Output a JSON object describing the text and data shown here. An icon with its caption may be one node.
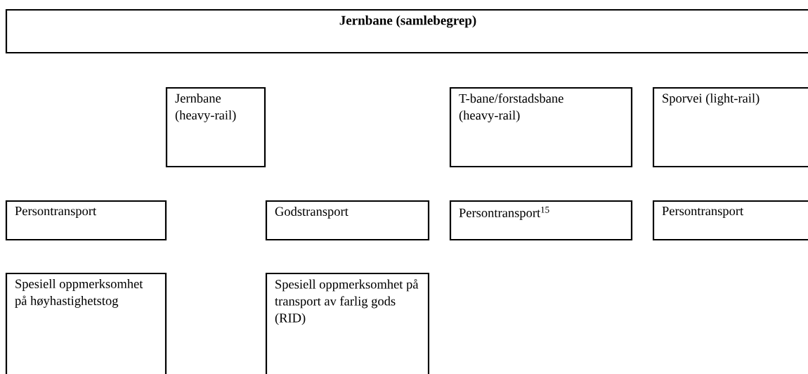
{
  "diagram": {
    "nodes": [
      {
        "text": [
          "Jernbane (samlebegrep)"
        ]
      },
      {
        "text": [
          "Jernbane (heavy-rail)"
        ]
      },
      {
        "text": [
          "T-bane/forstadsbane (heavy-rail)"
        ]
      },
      {
        "text": [
          "Sporvei (light-rail)"
        ]
      },
      {
        "text": [
          "Persontransport"
        ]
      },
      {
        "text": [
          "Godstransport"
        ]
      },
      {
        "text": [
          "Persontransport$^{15}$"
        ]
      },
      {
        "text": [
          "Persontransport"
        ]
      },
      {
        "text": [
          "Spesiell oppmerksomhet på høyhastighetstog"
        ]
      },
      {
        "text": [
          "Spesiell oppmerksomhet på transport av farlig gods (RID)"
        ]
      }
    ],
    "edges": []
  }
}
